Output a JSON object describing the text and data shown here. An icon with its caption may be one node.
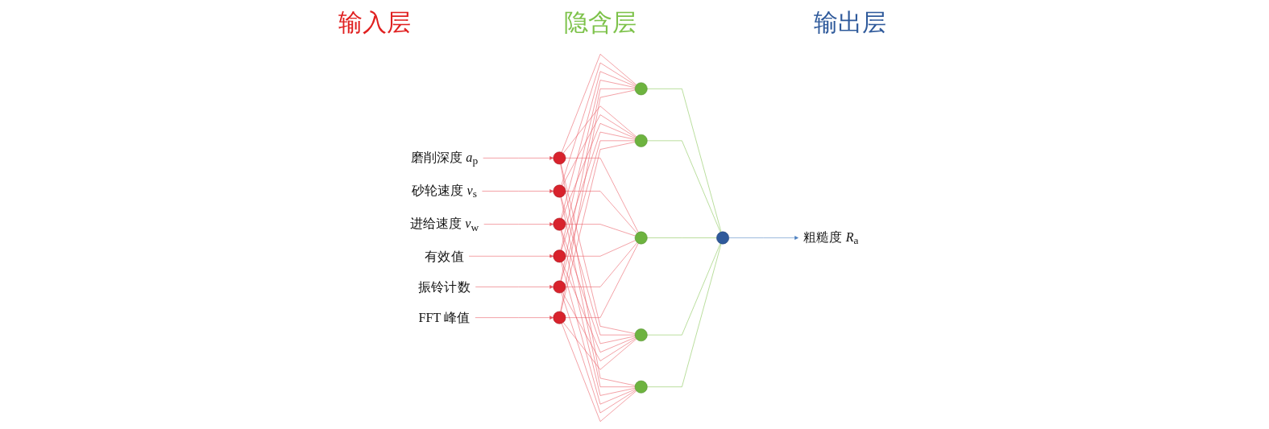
{
  "diagram": {
    "nodes": [
      {
        "text": [
          "磨削深度 *a*$_{p}$"
        ]
      },
      {
        "text": [
          "砂轮速度 *v*$_{s}$"
        ]
      },
      {
        "text": [
          "进给速度 *v*$_{w}$"
        ]
      },
      {
        "text": [
          "有效值"
        ]
      },
      {
        "text": [
          "振铃计数"
        ]
      },
      {
        "text": [
          "FFT 峰值"
        ]
      },
      {
        "text": [],
        "shape": "circle"
      },
      {
        "text": [],
        "shape": "circle"
      },
      {
        "text": [],
        "shape": "circle"
      },
      {
        "text": [],
        "shape": "circle"
      },
      {
        "text": [],
        "shape": "circle"
      },
      {
        "text": [],
        "shape": "circle"
      },
      {
        "text": [],
        "shape": "circle"
      },
      {
        "text": [],
        "shape": "circle"
      },
      {
        "text": [],
        "shape": "circle"
      },
      {
        "text": [],
        "shape": "circle"
      },
      {
        "text": [],
        "shape": "circle"
      },
      {
        "text": [],
        "shape": "circle"
      },
      {
        "text": [
          "粗糙度 *R*$_{a}$"
        ]
      }
    ],
    "edges": [
      {
        "from": 0,
        "to": 6,
        "arrow": "to"
      },
      {
        "from": 1,
        "to": 7,
        "arrow": "to"
      },
      {
        "from": 2,
        "to": 8,
        "arrow": "to"
      },
      {
        "from": 3,
        "to": 9,
        "arrow": "to"
      },
      {
        "from": 4,
        "to": 10,
        "arrow": "to"
      },
      {
        "from": 5,
        "to": 11,
        "arrow": "to"
      },
      {
        "from": 6,
        "to": 12,
        "arrow": "none"
      },
      {
        "from": 6,
        "to": 13,
        "arrow": "none"
      },
      {
        "from": 6,
        "to": 14,
        "arrow": "none"
      },
      {
        "from": 6,
        "to": 15,
        "arrow": "none"
      },
      {
        "from": 6,
        "to": 16,
        "arrow": "none"
      },
      {
        "from": 7,
        "to": 12,
        "arrow": "none"
      },
      {
        "from": 7,
        "to": 13,
        "arrow": "none"
      },
      {
        "from": 7,
        "to": 14,
        "arrow": "none"
      },
      {
        "from": 7,
        "to": 15,
        "arrow": "none"
      },
      {
        "from": 7,
        "to": 16,
        "arrow": "none"
      },
      {
        "from": 8,
        "to": 12,
        "arrow": "none"
      },
      {
        "from": 8,
        "to": 13,
        "arrow": "none"
      },
      {
        "from": 8,
        "to": 14,
        "arrow": "none"
      },
      {
        "from": 8,
        "to": 15,
        "arrow": "none"
      },
      {
        "from": 8,
        "to": 16,
        "arrow": "none"
      },
      {
        "from": 9,
        "to": 12,
        "arrow": "none"
      },
      {
        "from": 9,
        "to": 13,
        "arrow": "none"
      },
      {
        "from": 9,
        "to": 14,
        "arrow": "none"
      },
      {
        "from": 9,
        "to": 15,
        "arrow": "none"
      },
      {
        "from": 9,
        "to": 16,
        "arrow": "none"
      },
      {
        "from": 10,
        "to": 12,
        "arrow": "none"
      },
      {
        "from": 10,
        "to": 13,
        "arrow": "none"
      },
      {
        "from": 10,
        "to": 14,
        "arrow": "none"
      },
      {
        "from": 10,
        "to": 15,
        "arrow": "none"
      },
      {
        "from": 10,
        "to": 16,
        "arrow": "none"
      },
      {
        "from": 11,
        "to": 12,
        "arrow": "none"
      },
      {
        "from": 11,
        "to": 13,
        "arrow": "none"
      },
      {
        "from": 11,
        "to": 14,
        "arrow": "none"
      },
      {
        "from": 11,
        "to": 15,
        "arrow": "none"
      },
      {
        "from": 11,
        "to": 16,
        "arrow": "none"
      },
      {
        "from": 12,
        "to": 17,
        "arrow": "none",
        "color": "#7dc24a"
      },
      {
        "from": 13,
        "to": 17,
        "arrow": "none",
        "color": "#7dc24a"
      },
      {
        "from": 14,
        "to": 17,
        "arrow": "none",
        "color": "#7dc24a"
      },
      {
        "from": 15,
        "to": 17,
        "arrow": "none",
        "color": "#7dc24a"
      },
      {
        "from": 16,
        "to": 17,
        "arrow": "none",
        "color": "#7dc24a"
      },
      {
        "from": 17,
        "to": 18,
        "arrow": "to",
        "color": "#4a7fc1"
      }
    ],
    "labels": [
      "输入层",
      "隐含层",
      "输出层"
    ]
  }
}
